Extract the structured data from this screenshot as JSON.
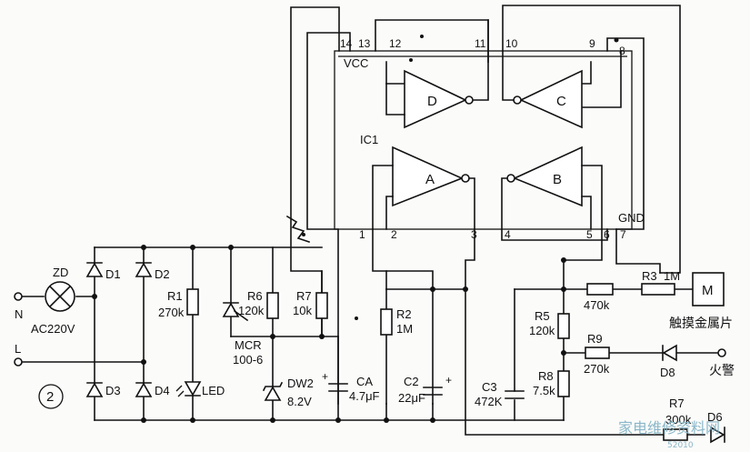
{
  "labels": {
    "zd": "ZD",
    "ac": "AC220V",
    "n": "N",
    "l": "L",
    "fig": "2",
    "d1": "D1",
    "d2": "D2",
    "d3": "D3",
    "d4": "D4",
    "r1": "R1",
    "r1v": "270k",
    "led": "LED",
    "mcr": "MCR",
    "mcrv": "100-6",
    "r6": "R6",
    "r6v": "120k",
    "r7": "R7",
    "r7v": "10k",
    "dw2": "DW2",
    "dw2v": "8.2V",
    "ca": "CA",
    "cav": "4.7μF",
    "r2": "R2",
    "r2v": "1M",
    "c2": "C2",
    "c2v": "22μF",
    "c3": "C3",
    "c3v": "472K",
    "r5": "R5",
    "r5v": "120k",
    "r8": "R8",
    "r8v": "7.5k",
    "r4v": "470k",
    "r3": "R3",
    "r3v": "1M",
    "m": "M",
    "touch": "触摸金属片",
    "r9": "R9",
    "r9v": "270k",
    "d8": "D8",
    "fire": "火警",
    "r7b": "R7",
    "r7bv": "300k",
    "d6": "D6",
    "ic1": "IC1",
    "vcc": "VCC",
    "gnd": "GND",
    "gate_a": "A",
    "gate_b": "B",
    "gate_c": "C",
    "gate_d": "D",
    "p1": "1",
    "p2": "2",
    "p3": "3",
    "p4": "4",
    "p5": "5",
    "p6": "6",
    "p7": "7",
    "p8": "8",
    "p9": "9",
    "p10": "10",
    "p11": "11",
    "p12": "12",
    "p13": "13",
    "p14": "14",
    "watermark": "家电维修资料网",
    "watermark_url": "52010"
  }
}
